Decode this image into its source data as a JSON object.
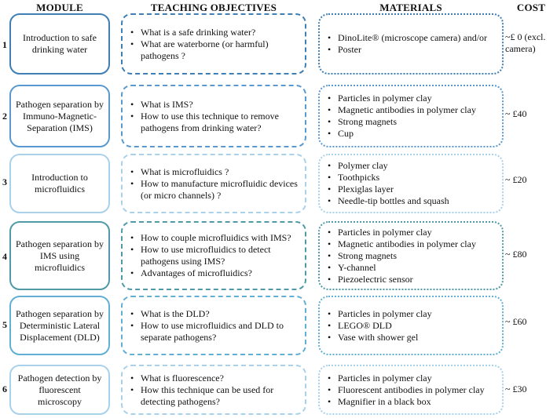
{
  "headers": {
    "module": "MODULE",
    "objectives": "TEACHING OBJECTIVES",
    "materials": "MATERIALS",
    "cost": "COST"
  },
  "rows": [
    {
      "number": "1",
      "module": "Introduction to safe drinking water",
      "objectives": [
        "What is a safe drinking water?",
        "What are waterborne (or harmful) pathogens ?"
      ],
      "materials": [
        "DinoLite® (microscope camera) and/or",
        "Poster"
      ],
      "cost": "~£ 0 (excl. camera)"
    },
    {
      "number": "2",
      "module": "Pathogen separation by Immuno-Magnetic-Separation (IMS)",
      "objectives": [
        "What is IMS?",
        "How to use this technique to remove pathogens from drinking water?"
      ],
      "materials": [
        "Particles in polymer clay",
        "Magnetic antibodies in polymer clay",
        "Strong magnets",
        "Cup"
      ],
      "cost": "~ £40"
    },
    {
      "number": "3",
      "module": "Introduction to microfluidics",
      "objectives": [
        "What is microfluidics ?",
        "How to manufacture microfluidic devices (or micro channels) ?"
      ],
      "materials": [
        "Polymer clay",
        "Toothpicks",
        "Plexiglas layer",
        "Needle-tip bottles and squash"
      ],
      "cost": "~ £20"
    },
    {
      "number": "4",
      "module": "Pathogen separation by IMS using microfluidics",
      "objectives": [
        "How to couple microfluidics with IMS?",
        "How to use microfluidics to detect pathogens using IMS?",
        "Advantages of microfluidics?"
      ],
      "materials": [
        "Particles in polymer clay",
        "Magnetic antibodies in polymer clay",
        "Strong magnets",
        "Y-channel",
        "Piezoelectric sensor"
      ],
      "cost": "~ £80"
    },
    {
      "number": "5",
      "module": "Pathogen separation by Deterministic Lateral Displacement (DLD)",
      "objectives": [
        "What is the DLD?",
        "How to use microfluidics and DLD to separate pathogens?"
      ],
      "materials": [
        "Particles in polymer clay",
        "LEGO® DLD",
        "Vase with shower gel"
      ],
      "cost": "~ £60"
    },
    {
      "number": "6",
      "module": "Pathogen detection by fluorescent microscopy",
      "objectives": [
        "What is fluorescence?",
        "How this technique can be used for detecting pathogens?"
      ],
      "materials": [
        "Particles in polymer clay",
        "Fluorescent antibodies in polymer clay",
        "Magnifier in a black box"
      ],
      "cost": "~ £30"
    }
  ]
}
